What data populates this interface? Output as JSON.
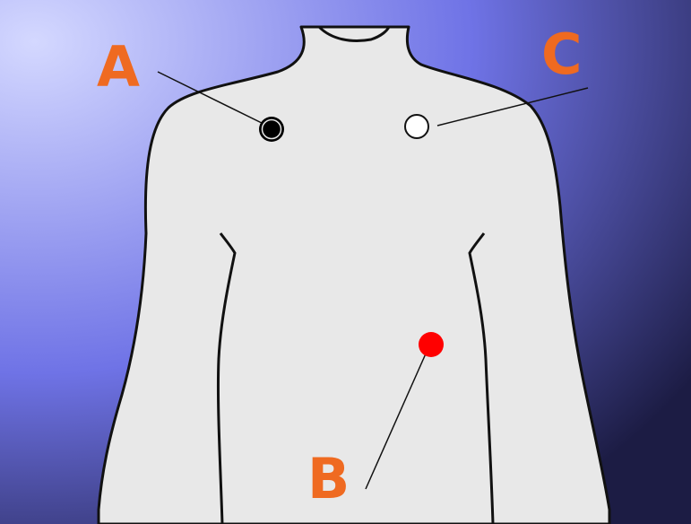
{
  "diagram": {
    "background": {
      "base_color": "#6f73e6",
      "highlight_color": "#d4d8ff",
      "shadow_color": "#1c1c44"
    },
    "body": {
      "fill_color": "#e8e8e8",
      "outline_color": "#111111"
    },
    "label_color": "#ef6a21",
    "electrodes": [
      {
        "id": "A",
        "label": "A",
        "style": "filled-black",
        "color": "#000000"
      },
      {
        "id": "C",
        "label": "C",
        "style": "hollow-white",
        "color": "#ffffff"
      },
      {
        "id": "B",
        "label": "B",
        "style": "filled-red",
        "color": "#ff0000"
      }
    ]
  }
}
